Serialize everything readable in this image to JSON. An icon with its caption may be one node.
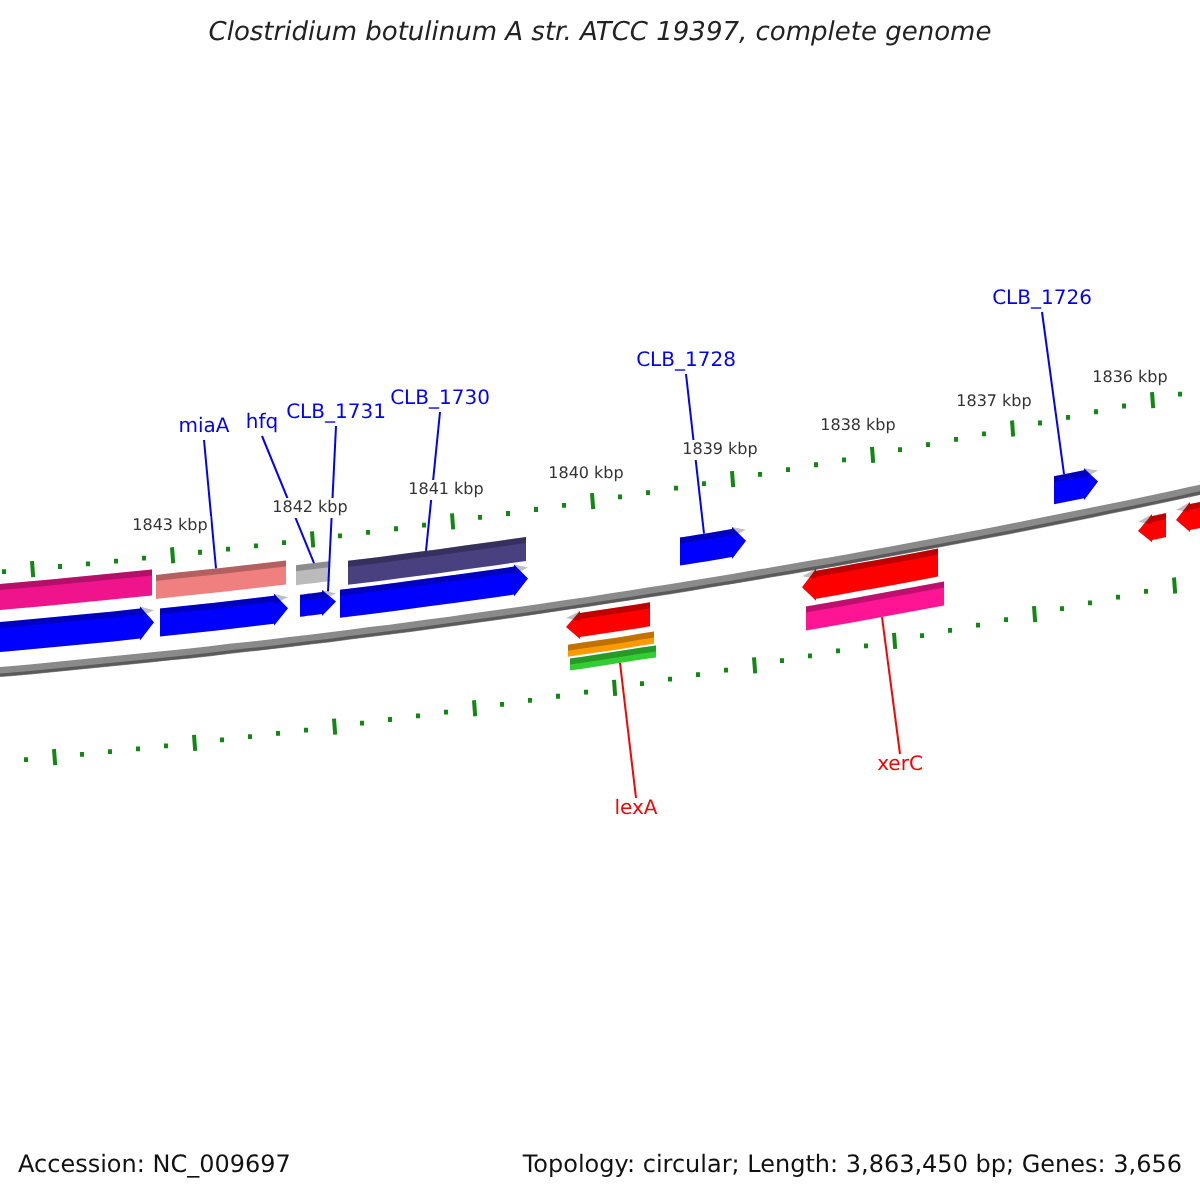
{
  "diagram": {
    "title": "Clostridium botulinum A str. ATCC 19397, complete genome",
    "nodes": [
      {
        "text": [
          "miaA"
        ]
      },
      {
        "text": [
          "hfq"
        ]
      },
      {
        "text": [
          "CLB_1731"
        ]
      },
      {
        "text": [
          "CLB_1730"
        ]
      },
      {
        "text": [
          "CLB_1728"
        ]
      },
      {
        "text": [
          "CLB_1726"
        ]
      },
      {
        "text": [
          "lexA"
        ]
      },
      {
        "text": [
          "xerC"
        ]
      },
      {
        "text": [],
        "shape": "bar"
      },
      {
        "text": [],
        "shape": "bar"
      },
      {
        "text": [],
        "shape": "arrow"
      },
      {
        "text": [],
        "shape": "bar"
      },
      {
        "text": [],
        "shape": "arrow"
      },
      {
        "text": [],
        "shape": "arrow"
      },
      {
        "text": [],
        "shape": "bar"
      },
      {
        "text": [],
        "shape": "bar"
      }
    ],
    "edges": [
      {
        "from": 0,
        "to": 8,
        "arrow": "none"
      },
      {
        "from": 1,
        "to": 9,
        "arrow": "none"
      },
      {
        "from": 2,
        "to": 10,
        "arrow": "none"
      },
      {
        "from": 3,
        "to": 11,
        "arrow": "none"
      },
      {
        "from": 4,
        "to": 12,
        "arrow": "none"
      },
      {
        "from": 5,
        "to": 13,
        "arrow": "none"
      },
      {
        "from": 6,
        "to": 14,
        "arrow": "none",
        "color": "#ff0000"
      },
      {
        "from": 7,
        "to": 15,
        "arrow": "none",
        "color": "#ff0000"
      }
    ],
    "labels": [
      "1836 kbp",
      "1837 kbp",
      "1838 kbp",
      "1839 kbp",
      "1840 kbp",
      "1841 kbp",
      "1842 kbp",
      "1843 kbp",
      "Accession: NC_009697",
      "Topology: circular; Length: 3,863,450 bp; Genes: 3,656"
    ]
  }
}
